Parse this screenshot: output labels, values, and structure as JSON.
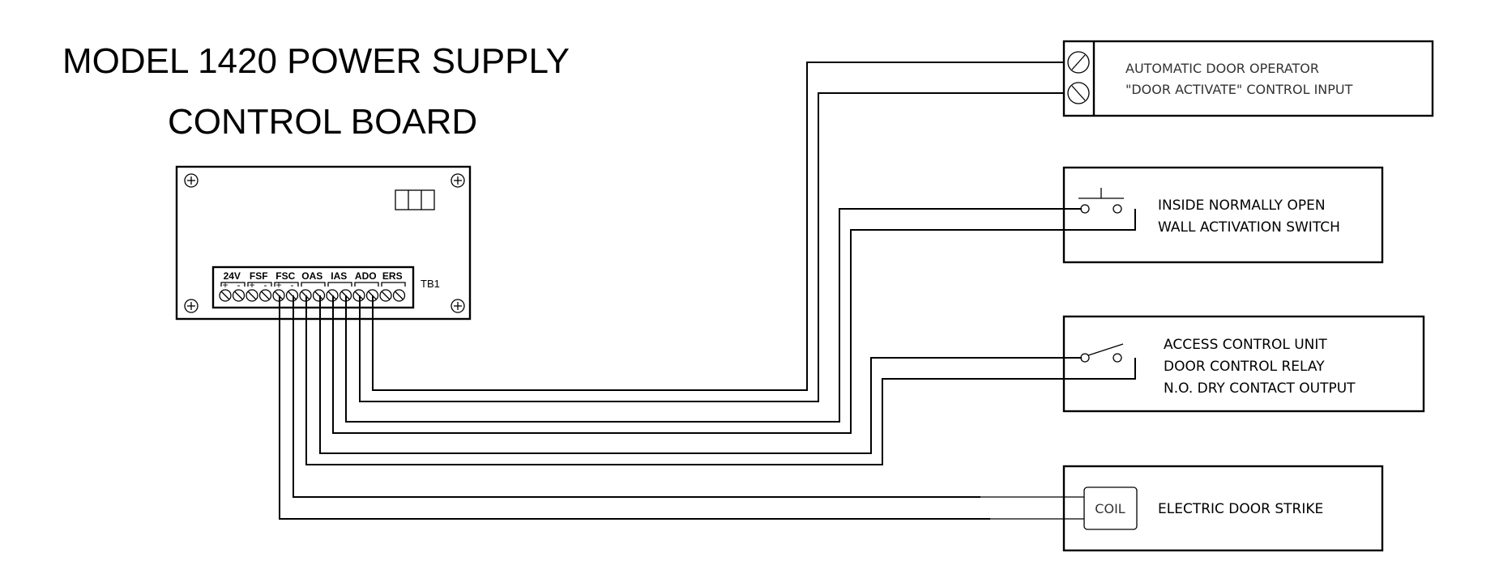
{
  "title": {
    "line1": "MODEL 1420 POWER SUPPLY",
    "line2": "CONTROL BOARD"
  },
  "board": {
    "terminal_block_label": "TB1",
    "terminal_groups": [
      "24V",
      "FSF",
      "FSC",
      "OAS",
      "IAS",
      "ADO",
      "ERS"
    ],
    "polarity_marks": [
      "+",
      "-",
      "+",
      "-",
      "+",
      "-"
    ]
  },
  "devices": {
    "door_operator": {
      "line1": "AUTOMATIC DOOR OPERATOR",
      "line2": "\"DOOR ACTIVATE\" CONTROL INPUT"
    },
    "wall_switch": {
      "line1": "INSIDE  NORMALLY  OPEN",
      "line2": "WALL  ACTIVATION  SWITCH"
    },
    "access_control": {
      "line1": "ACCESS  CONTROL  UNIT",
      "line2": "DOOR  CONTROL  RELAY",
      "line3": "N.O.  DRY  CONTACT  OUTPUT"
    },
    "door_strike": {
      "coil_label": "COIL",
      "label": "ELECTRIC  DOOR  STRIKE"
    }
  }
}
